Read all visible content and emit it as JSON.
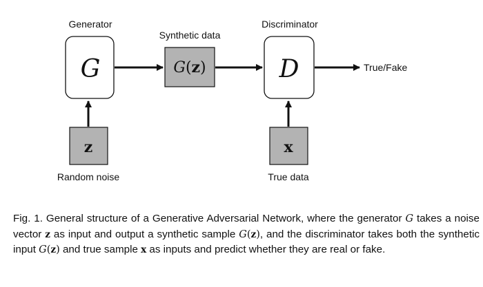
{
  "diagram": {
    "generator_label": "Generator",
    "generator_symbol": "G",
    "synthetic_label": "Synthetic data",
    "synthetic_symbol_fn": "G",
    "synthetic_symbol_open": "(",
    "synthetic_symbol_var": "z",
    "synthetic_symbol_close": ")",
    "discriminator_label": "Discriminator",
    "discriminator_symbol": "D",
    "output_label": "True/Fake",
    "noise_symbol": "z",
    "noise_label": "Random noise",
    "true_symbol": "x",
    "true_label": "True data",
    "colors": {
      "box_fill": "#ffffff",
      "data_fill": "#b3b3b3",
      "stroke": "#111111"
    }
  },
  "caption": {
    "prefix": "Fig. 1.",
    "p1": " General structure of a Generative Adversarial Network, where the generator ",
    "m1": "G",
    "p2": " takes a noise vector ",
    "m2": "z",
    "p3": " as input and output a synthetic sample ",
    "m3_fn": "G",
    "m3_open": "(",
    "m3_var": "z",
    "m3_close": ")",
    "p4": ", and the discriminator takes both the synthetic input ",
    "m4_fn": "G",
    "m4_open": "(",
    "m4_var": "z",
    "m4_close": ")",
    "p5": " and true sample ",
    "m5": "x",
    "p6": " as inputs and predict whether they are real or fake."
  }
}
